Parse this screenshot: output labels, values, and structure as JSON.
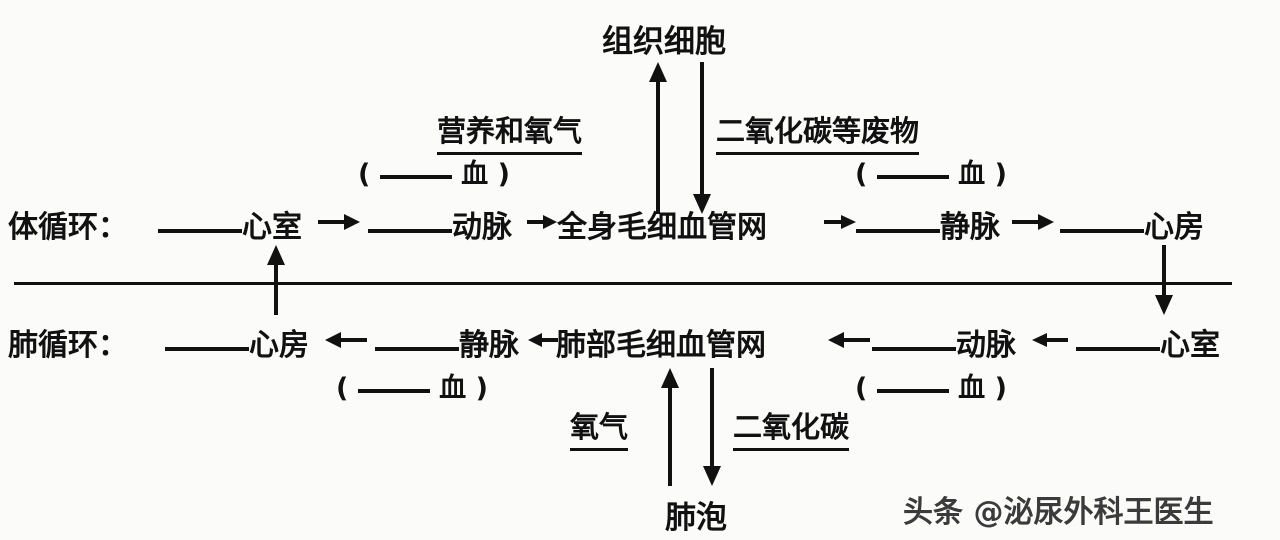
{
  "diagram": {
    "title_top": "组织细胞",
    "title_bottom": "肺泡",
    "exchange_top": {
      "left_label": "营养和氧气",
      "left_blood": {
        "open": "(",
        "blank": "",
        "unit": "血",
        "close": ")"
      },
      "right_label": "二氧化碳等废物",
      "right_blood": {
        "open": "(",
        "blank": "",
        "unit": "血",
        "close": ")"
      }
    },
    "exchange_bottom": {
      "left_label": "氧气",
      "right_label": "二氧化碳"
    },
    "systemic": {
      "row_label": "体循环：",
      "blood_note": {
        "open": "(",
        "blank": "",
        "unit": "血",
        "close": ")"
      },
      "nodes": [
        {
          "blank": true,
          "text": "心室"
        },
        {
          "blank": true,
          "text": "动脉"
        },
        {
          "blank": false,
          "text": "全身毛细血管网"
        },
        {
          "blank": true,
          "text": "静脉"
        },
        {
          "blank": true,
          "text": "心房"
        }
      ],
      "connector": "→"
    },
    "pulmonary": {
      "row_label": "肺循环：",
      "blood_note": {
        "open": "(",
        "blank": "",
        "unit": "血",
        "close": ")"
      },
      "nodes": [
        {
          "blank": true,
          "text": "心房"
        },
        {
          "blank": true,
          "text": "静脉"
        },
        {
          "blank": false,
          "text": "肺部毛细血管网"
        },
        {
          "blank": true,
          "text": "动脉"
        },
        {
          "blank": true,
          "text": "心室"
        }
      ],
      "connector": "←"
    },
    "colors": {
      "ink": "#111111",
      "paper": "#fbfbfa"
    }
  },
  "watermark": {
    "text": "头条 @泌尿外科王医生"
  }
}
